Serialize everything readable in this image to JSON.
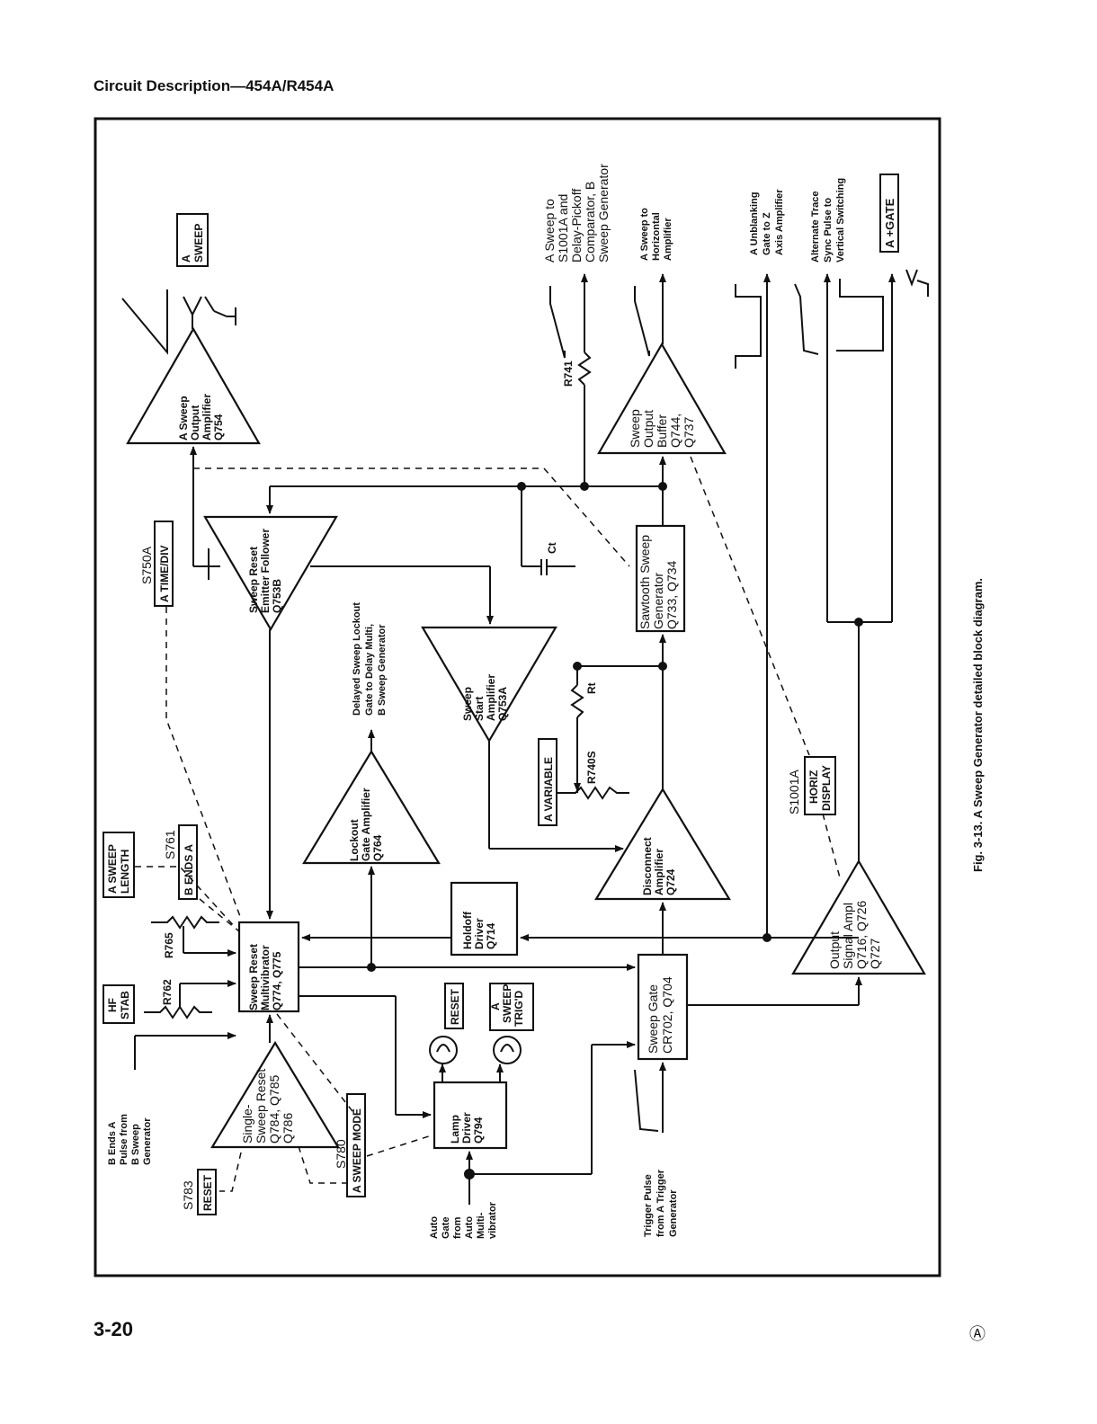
{
  "header": {
    "title": "Circuit Description—454A/R454A"
  },
  "footer": {
    "page_number": "3-20",
    "revision_mark": "Ⓐ"
  },
  "caption": "Fig. 3-13. A Sweep Generator detailed block diagram.",
  "blocks": {
    "a_sweep_output_amplifier": [
      "A Sweep",
      "Output",
      "Amplifier",
      "Q754"
    ],
    "sweep_reset_emitter_follower": [
      "Sweep Reset",
      "Emitter Follower",
      "Q753B"
    ],
    "sweep_start_amplifier": [
      "Sweep",
      "Start",
      "Amplifier",
      "Q753A"
    ],
    "lockout_gate_amplifier": [
      "Lockout",
      "Gate Amplifier",
      "Q764"
    ],
    "disconnect_amplifier": [
      "Disconnect",
      "Amplifier",
      "Q724"
    ],
    "sweep_output_buffer": [
      "Sweep",
      "Output",
      "Buffer",
      "Q744,",
      "Q737"
    ],
    "sawtooth_sweep_generator": [
      "Sawtooth Sweep",
      "Generator",
      "Q733, Q734"
    ],
    "output_signal_ampl": [
      "Output",
      "Signal Ampl",
      "Q716, Q726",
      "Q727"
    ],
    "sweep_reset_multivibrator": [
      "Sweep Reset",
      "Multivibrator",
      "Q774, Q775"
    ],
    "single_sweep_reset": [
      "Single-",
      "Sweep Reset",
      "Q784, Q785",
      "Q786"
    ],
    "holdoff_driver": [
      "Holdoff",
      "Driver",
      "Q714"
    ],
    "sweep_gate": [
      "Sweep Gate",
      "CR702, Q704"
    ],
    "lamp_driver": [
      "Lamp",
      "Driver",
      "Q794"
    ]
  },
  "controls": {
    "a_sweep": [
      "A",
      "SWEEP"
    ],
    "a_time_div": "A TIME/DIV",
    "s750a": "S750A",
    "a_variable": "A VARIABLE",
    "horiz_display": [
      "HORIZ",
      "DISPLAY"
    ],
    "s1001a": "S1001A",
    "a_gate": "A +GATE",
    "a_sweep_length": [
      "A SWEEP",
      "LENGTH"
    ],
    "b_ends_a": "B ENDS A",
    "s761": "S761",
    "hf_stab": [
      "HF",
      "STAB"
    ],
    "reset_lamp": "RESET",
    "a_sweep_trigd": [
      "A",
      "SWEEP",
      "TRIG'D"
    ],
    "a_sweep_mode": "A SWEEP MODE",
    "s780": "S780",
    "reset_switch": "RESET",
    "s783": "S783"
  },
  "components": {
    "r741": "R741",
    "r740s": "R740S",
    "rt": "Rt",
    "ct": "Ct",
    "r765": "R765",
    "r762": "R762"
  },
  "signals": {
    "a_sweep_to_s1001a": [
      "A Sweep to",
      "S1001A and",
      "Delay-Pickoff",
      "Comparator, B",
      "Sweep Generator"
    ],
    "a_sweep_to_horizontal": [
      "A Sweep to",
      "Horizontal",
      "Amplifier"
    ],
    "a_unblanking": [
      "A Unblanking",
      "Gate to Z",
      "Axis Amplifier"
    ],
    "alternate_trace": [
      "Alternate Trace",
      "Sync Pulse to",
      "Vertical Switching"
    ],
    "delayed_sweep_lockout": [
      "Delayed Sweep Lockout",
      "Gate to Delay Multi,",
      "B Sweep Generator"
    ],
    "b_ends_a_pulse": [
      "B Ends A",
      "Pulse from",
      "B Sweep",
      "Generator"
    ],
    "auto_gate": [
      "Auto",
      "Gate",
      "from",
      "Auto",
      "Multi-",
      "vibrator"
    ],
    "trigger_pulse": [
      "Trigger Pulse",
      "from A Trigger",
      "Generator"
    ]
  }
}
